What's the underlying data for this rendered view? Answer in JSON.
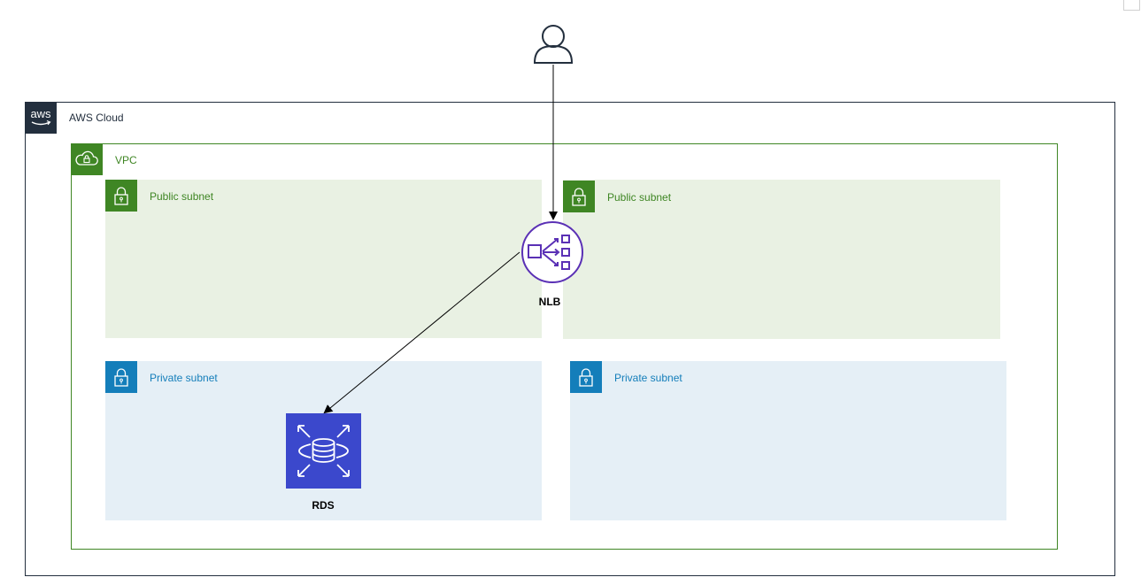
{
  "cloud": {
    "label": "AWS Cloud"
  },
  "vpc": {
    "label": "VPC"
  },
  "subnets": {
    "public_left": "Public subnet",
    "public_right": "Public subnet",
    "private_left": "Private subnet",
    "private_right": "Private subnet"
  },
  "nodes": {
    "nlb": "NLB",
    "rds": "RDS"
  },
  "colors": {
    "aws_dark": "#232f3e",
    "vpc_green": "#3f8624",
    "public_fill": "#e9f1e3",
    "private_blue": "#147eba",
    "private_fill": "#e5eff6",
    "nlb_purple": "#5a30b5",
    "rds_blue": "#3b48cc"
  },
  "icons": {
    "user": "user-icon",
    "aws": "aws-logo-icon",
    "vpc": "vpc-cloud-lock-icon",
    "subnet": "padlock-icon",
    "nlb": "network-load-balancer-icon",
    "rds": "rds-database-icon"
  }
}
